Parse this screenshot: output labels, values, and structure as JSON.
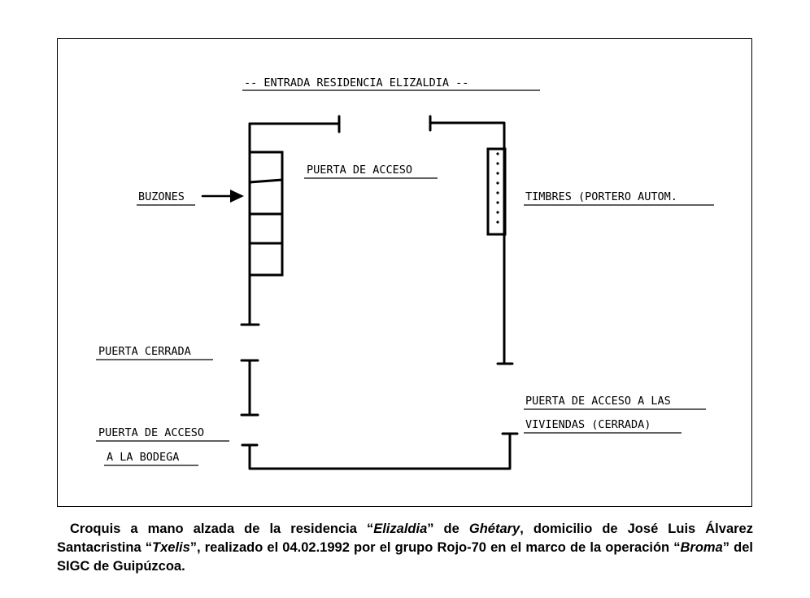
{
  "diagram": {
    "title": "--  ENTRADA RESIDENCIA ELIZALDIA  --",
    "labels": {
      "puerta_acceso": "PUERTA DE ACCESO",
      "buzones": "BUZONES",
      "timbres": "TIMBRES (PORTERO AUTOM.",
      "puerta_cerrada": "PUERTA CERRADA",
      "bodega_line1": "PUERTA DE ACCESO",
      "bodega_line2": "A LA BODEGA",
      "viviendas_line1": "PUERTA DE ACCESO A LAS",
      "viviendas_line2": "VIVIENDAS (CERRADA)"
    },
    "mailbox_count": 4,
    "doorbell_dots": 8
  },
  "caption": {
    "p1": "Croquis a mano alzada de la residencia “",
    "name_elizaldia": "Elizaldia",
    "p2": "” de ",
    "place_ghetary": "Ghétary",
    "p3": ", domicilio de José Luis Álvarez Santacristina “",
    "alias_txelis": "Txelis",
    "p4": "”, realizado el 04.02.1992 por el grupo Rojo-70 en el marco de la operación “",
    "op_broma": "Broma",
    "p5": "” del SIGC de Guipúzcoa."
  }
}
